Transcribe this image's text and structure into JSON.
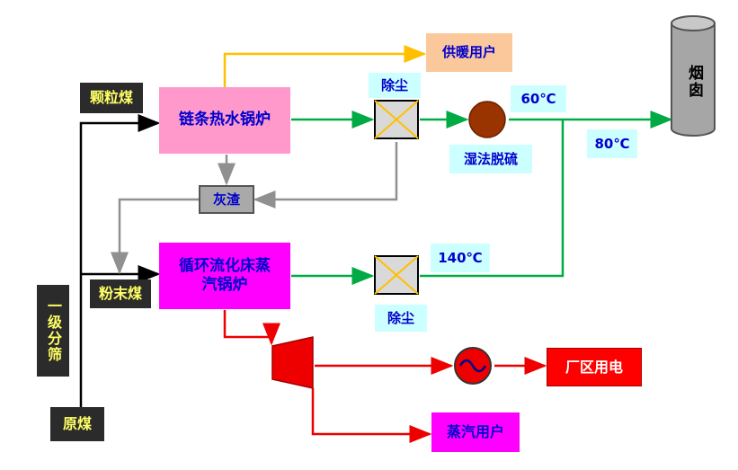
{
  "nodes": {
    "raw_coal": "原煤",
    "primary_screening": "一级分筛",
    "granular_coal": "颗粒煤",
    "powder_coal": "粉末煤",
    "chain_boiler": "链条热水锅炉",
    "cfb_boiler": "循环流化床蒸汽锅炉",
    "ash_slag": "灰渣",
    "heating_users": "供暖用户",
    "dust_removal_top": "除尘",
    "dust_removal_bottom": "除尘",
    "wet_desulfurization": "湿法脱硫",
    "chimney": "烟囱",
    "temp_60": "60℃",
    "temp_80": "80℃",
    "temp_140": "140℃",
    "plant_power": "厂区用电",
    "steam_users": "蒸汽用户"
  },
  "colors": {
    "coal_line": "#000000",
    "water_line": "#00aa44",
    "heat_line": "#ffc000",
    "ash_line": "#909090",
    "steam_line": "#ee0000",
    "label_dark_bg": "#2b2b2b",
    "label_dark_text": "#ffff66",
    "chain_boiler_bg": "#ff99cc",
    "cfb_boiler_bg": "#ff00ff",
    "node_text": "#0000cc"
  },
  "icons": {
    "dust_removal": "dust-collector-x-box",
    "desulfurization": "brown-circle",
    "turbine": "red-trapezoid-turbine",
    "generator": "sine-wave-generator",
    "chimney": "gray-cylinder"
  }
}
